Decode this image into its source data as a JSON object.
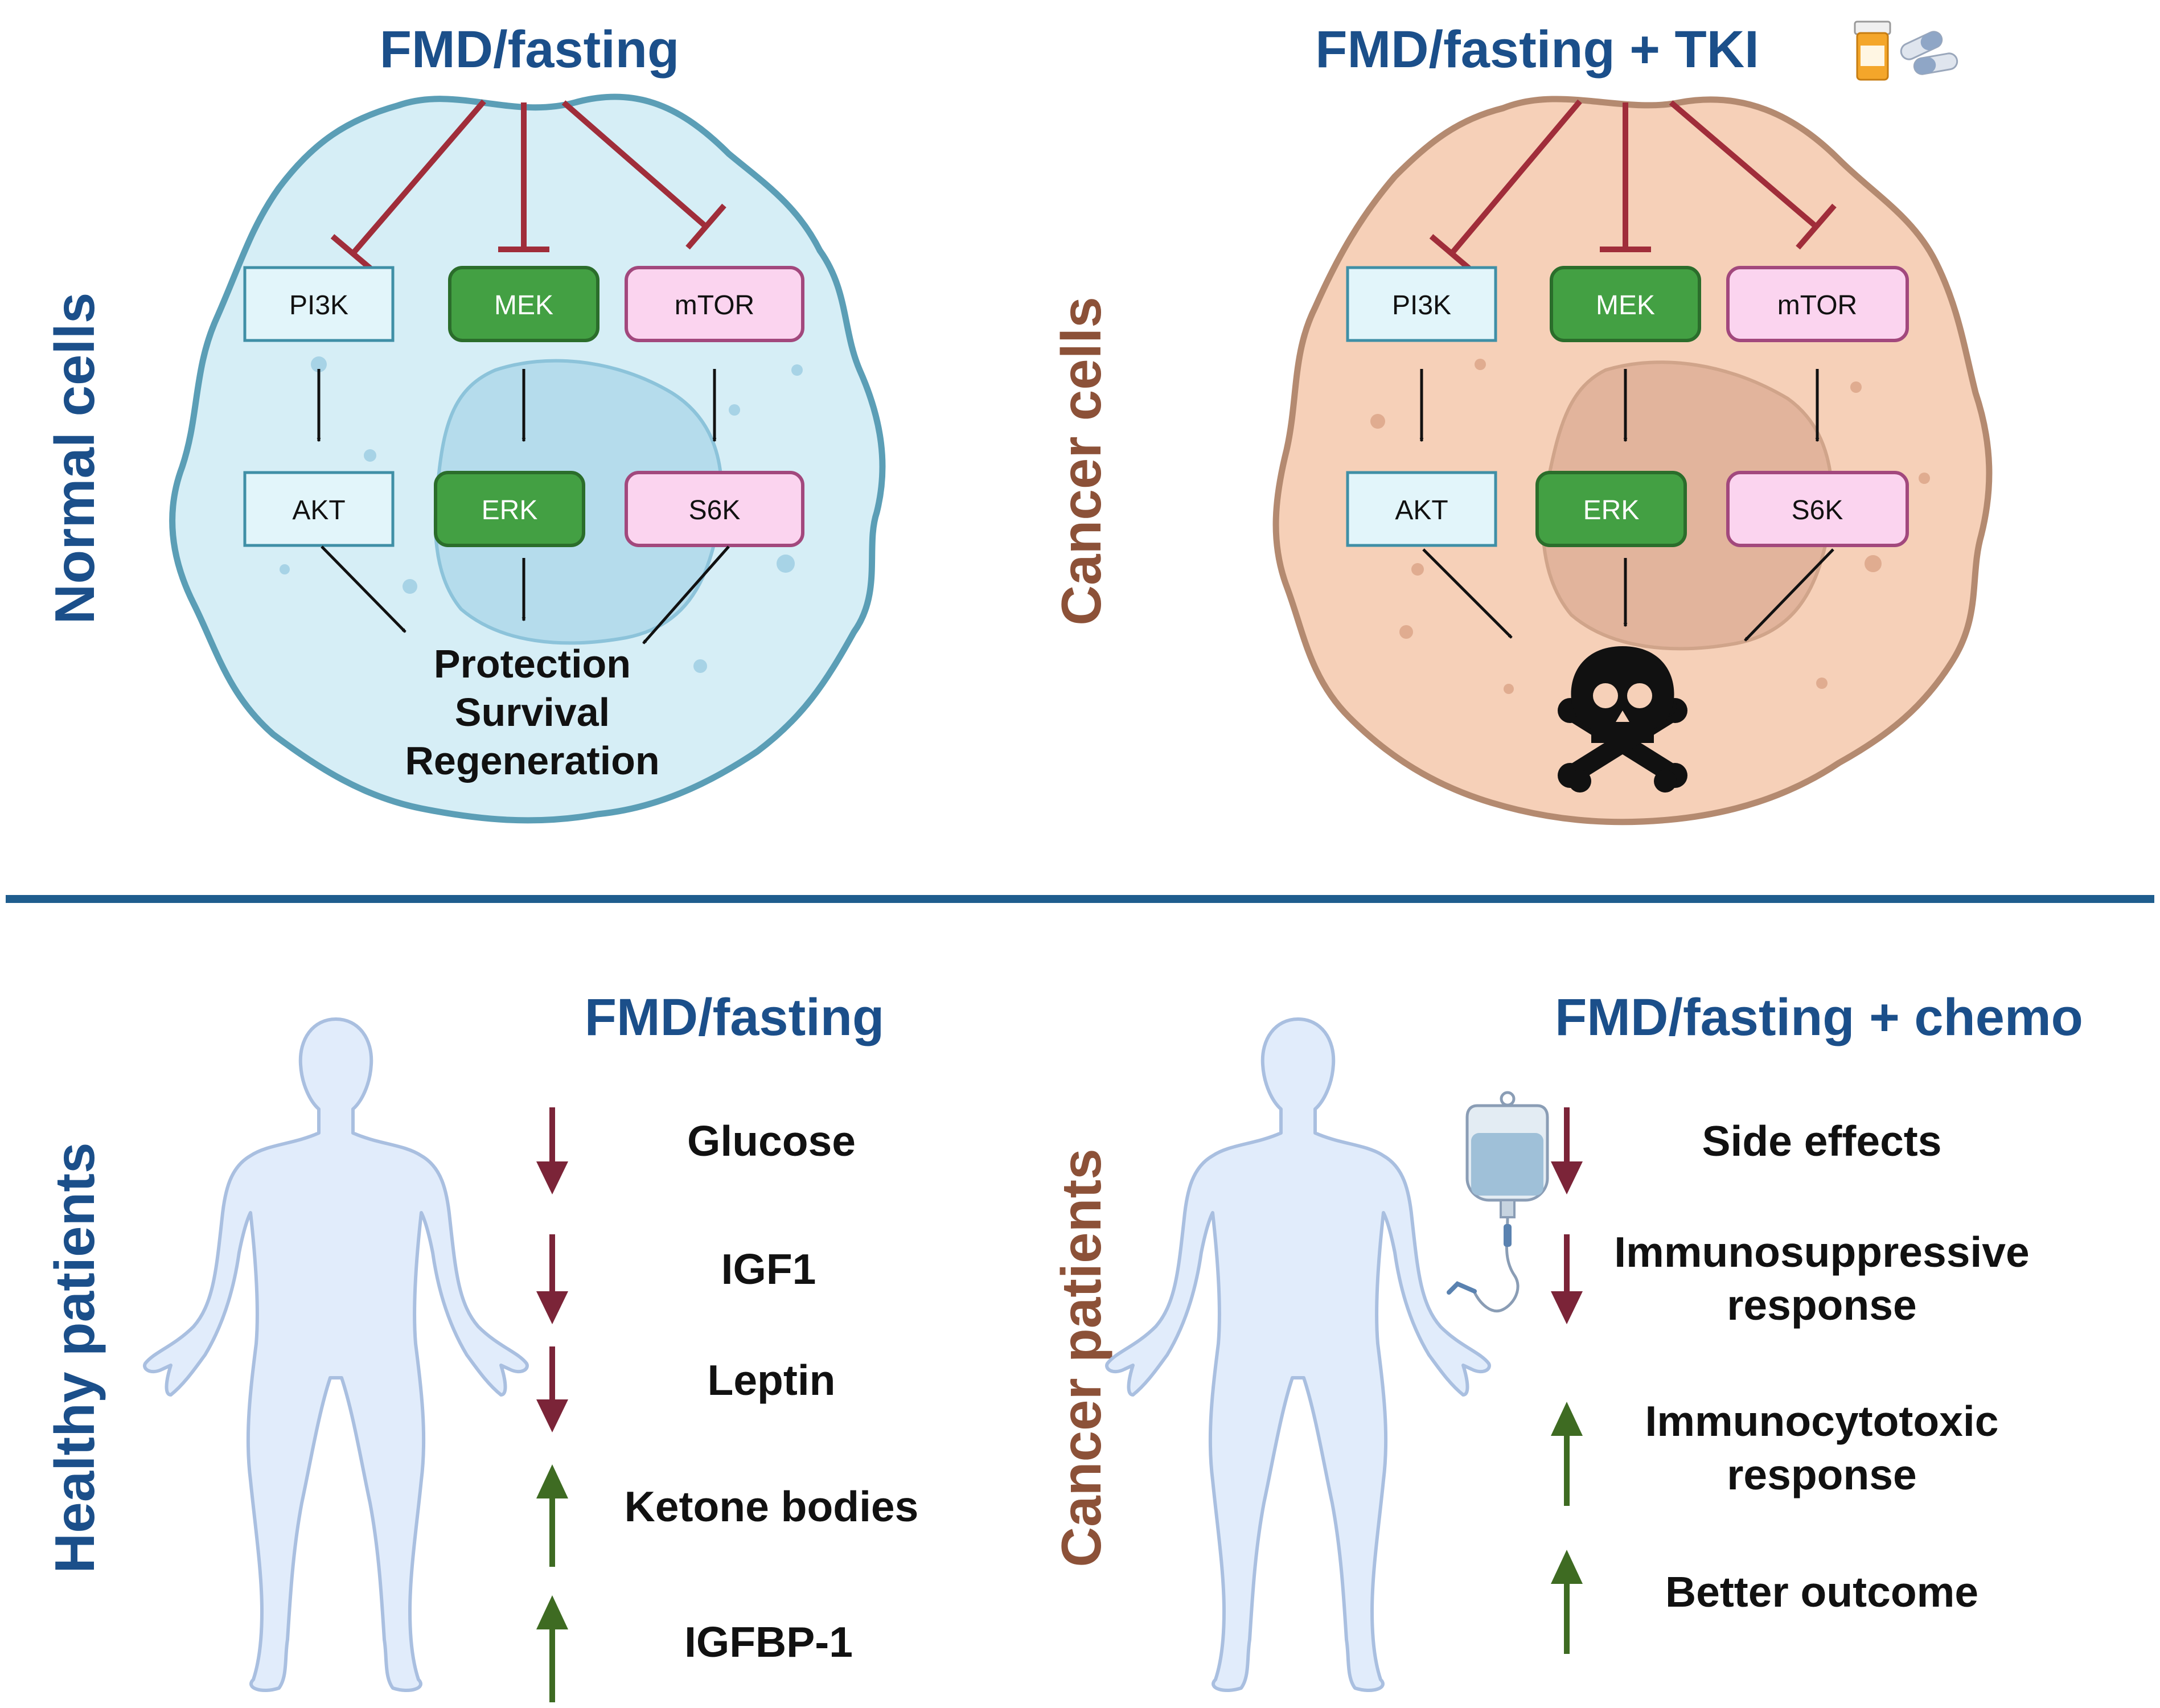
{
  "colors": {
    "title_blue": "#1b4f8a",
    "title_brown": "#8c5138",
    "inhibit_red": "#a02d3a",
    "down_arrow": "#7b2438",
    "up_arrow": "#3e6b22",
    "normal_cell_fill": "#d6eef6",
    "normal_cell_stroke": "#5b9eb6",
    "cancer_cell_fill": "#f6d0b8",
    "cancer_cell_stroke": "#b48a70",
    "body_fill": "#e1ecfb",
    "body_stroke": "#a9bfe0",
    "divider": "#1f5d8e",
    "green_box": "#43a043",
    "pink_box": "#fbd4ef",
    "blue_box": "#e2f5fa"
  },
  "top_left": {
    "side_label": "Normal cells",
    "title": "FMD/fasting",
    "nodes": {
      "pi3k": "PI3K",
      "mek": "MEK",
      "mtor": "mTOR",
      "akt": "AKT",
      "erk": "ERK",
      "s6k": "S6K"
    },
    "outcome": [
      "Protection",
      "Survival",
      "Regeneration"
    ]
  },
  "top_right": {
    "side_label": "Cancer cells",
    "title": "FMD/fasting + TKI",
    "title_icons": [
      "pill-bottle-icon",
      "capsules-icon"
    ],
    "nodes": {
      "pi3k": "PI3K",
      "mek": "MEK",
      "mtor": "mTOR",
      "akt": "AKT",
      "erk": "ERK",
      "s6k": "S6K"
    },
    "outcome_icon": "skull-crossbones-icon"
  },
  "bottom_left": {
    "side_label": "Healthy patients",
    "title": "FMD/fasting",
    "items": [
      {
        "label": "Glucose",
        "direction": "down"
      },
      {
        "label": "IGF1",
        "direction": "down"
      },
      {
        "label": "Leptin",
        "direction": "down"
      },
      {
        "label": "Ketone bodies",
        "direction": "up"
      },
      {
        "label": "IGFBP-1",
        "direction": "up"
      }
    ]
  },
  "bottom_right": {
    "side_label": "Cancer patients",
    "title": "FMD/fasting + chemo",
    "items": [
      {
        "label": "Side effects",
        "direction": "down"
      },
      {
        "label": "Immunosuppressive",
        "label2": "response",
        "direction": "down"
      },
      {
        "label": "Immunocytotoxic",
        "label2": "response",
        "direction": "up"
      },
      {
        "label": "Better outcome",
        "direction": "up"
      }
    ],
    "iv_icon": "iv-bag-icon"
  }
}
